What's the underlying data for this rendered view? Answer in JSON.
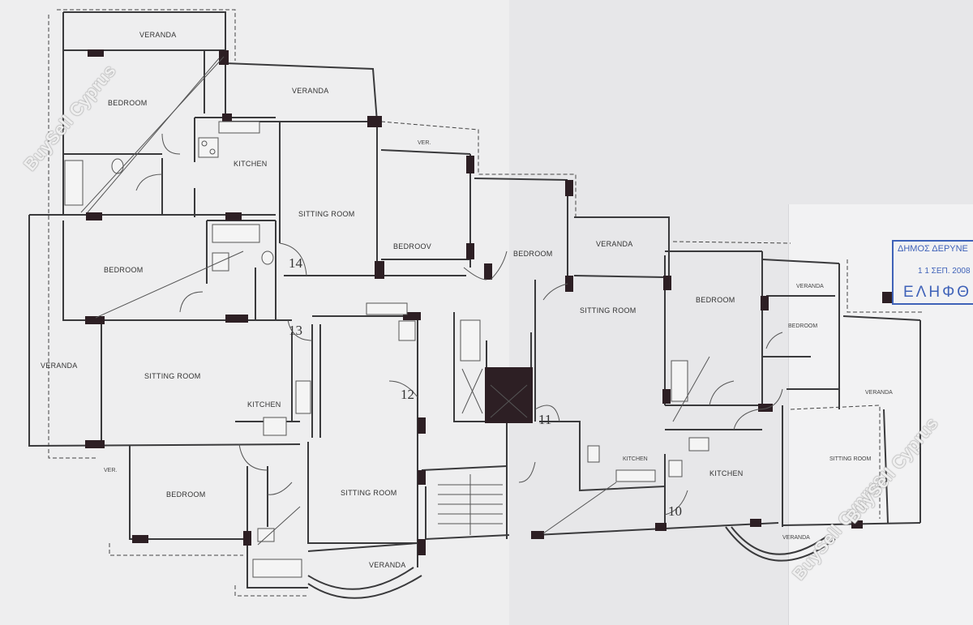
{
  "rooms": {
    "veranda_top": "VERANDA",
    "bedroom_top": "BEDROOM",
    "veranda_top2": "VERANDA",
    "kitchen_top": "KITCHEN",
    "sitting_top": "SITTING ROOM",
    "ver_small": "VER.",
    "bedroom_mid": "BEDROOV",
    "bedroom_mid2": "BEDROOM",
    "veranda_mid": "VERANDA",
    "bedroom_left": "BEDROOM",
    "veranda_left": "VERANDA",
    "sitting_left": "SITTING ROOM",
    "kitchen_left": "KITCHEN",
    "ver_bottom": "VER.",
    "bedroom_bottom": "BEDROOM",
    "sitting_center": "SITTING ROOM",
    "veranda_bottom": "VERANDA",
    "sitting_mid": "SITTING ROOM",
    "kitchen_mid": "KITCHEN",
    "bedroom_right1": "BEDROOM",
    "kitchen_right": "KITCHEN",
    "veranda_right1": "VERANDA",
    "bedroom_right2": "BEDROOM",
    "veranda_right2": "VERANDA",
    "sitting_right": "SITTING ROOM",
    "veranda_right_bottom": "VERANDA"
  },
  "unit_numbers": {
    "n14": "14",
    "n13": "13",
    "n12": "12",
    "n11": "11",
    "n10": "10"
  },
  "stamp": {
    "line1": "ΔΗΜΟΣ ΔΕΡΥΝΕ",
    "line2": "1 1 ΣΕΠ. 2008",
    "line3": "ΕΛΗΦΘ"
  },
  "watermark": {
    "text": "BuySell Cyprus"
  },
  "colors": {
    "stamp_ink": "#3f62b8",
    "wall": "#3a3a3c",
    "column": "#2d1f24"
  }
}
